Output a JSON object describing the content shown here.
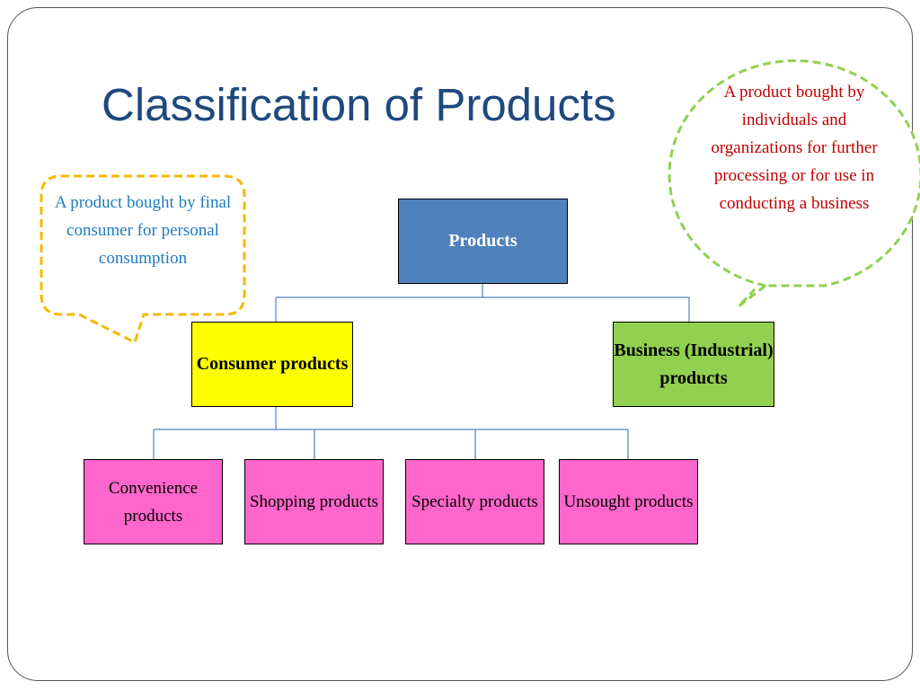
{
  "slide": {
    "title": "Classification of Products"
  },
  "callouts": {
    "consumer_definition": "A product bought by final consumer for personal consumption",
    "business_definition": "A product bought by individuals and organizations for further processing or for use in conducting a business"
  },
  "hierarchy": {
    "root": "Products",
    "level1": {
      "consumer": "Consumer products",
      "business": "Business (Industrial) products"
    },
    "consumer_types": [
      "Convenience products",
      "Shopping products",
      "Specialty products",
      "Unsought products"
    ]
  },
  "colors": {
    "title": "#1f497d",
    "root_fill": "#4f81bd",
    "consumer_fill": "#ffff00",
    "business_fill": "#92d050",
    "leaf_fill": "#ff66cc",
    "connector": "#4f81bd",
    "callout_left_border": "#f5b800",
    "callout_right_border": "#92d050",
    "callout_left_text": "#1f7bbf",
    "callout_right_text": "#c00000"
  }
}
